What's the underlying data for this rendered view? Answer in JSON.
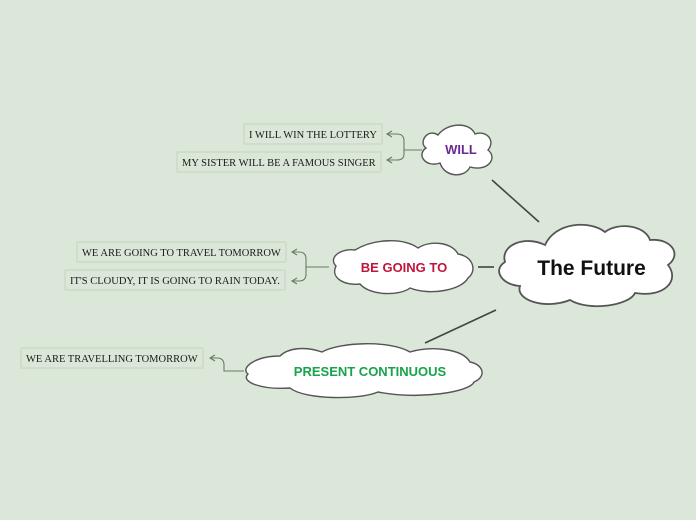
{
  "central": {
    "label": "The Future"
  },
  "branches": [
    {
      "key": "will",
      "label": "WILL",
      "color": "#6a2a8f",
      "items": [
        "I WILL WIN THE LOTTERY",
        "MY SISTER WILL BE A FAMOUS SINGER"
      ]
    },
    {
      "key": "going",
      "label": "BE GOING TO",
      "color": "#c0143c",
      "items": [
        "WE ARE GOING TO TRAVEL TOMORROW",
        "IT'S CLOUDY, IT IS GOING TO RAIN TODAY."
      ]
    },
    {
      "key": "present",
      "label": "PRESENT CONTINUOUS",
      "color": "#16a34a",
      "items": [
        "WE ARE TRAVELLING TOMORROW"
      ]
    }
  ],
  "colors": {
    "background": "#dbe7d8",
    "line": "#444444",
    "leaf_border": "#cfdecb"
  }
}
